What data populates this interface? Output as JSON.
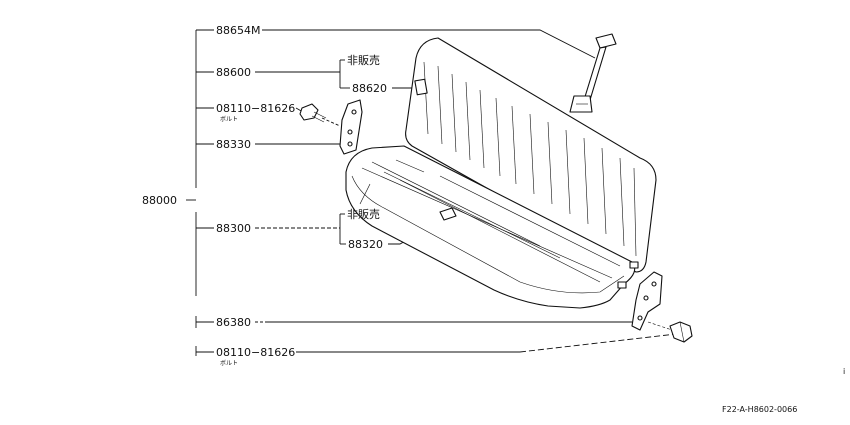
{
  "labels": {
    "p88654M": "88654M",
    "p88600": "88600",
    "p88620": "88620",
    "not_sold_1": "非販売",
    "p08110_a": "08110−81626",
    "bolt_a": "ボルト",
    "p88330": "88330",
    "p88000": "88000",
    "p88300": "88300",
    "not_sold_2": "非販売",
    "p88320": "88320",
    "p86380": "86380",
    "p08110_b": "08110−81626",
    "bolt_b": "ボルト"
  },
  "figure_code": "F22-A-H8602-0066",
  "corner_mark": "i"
}
